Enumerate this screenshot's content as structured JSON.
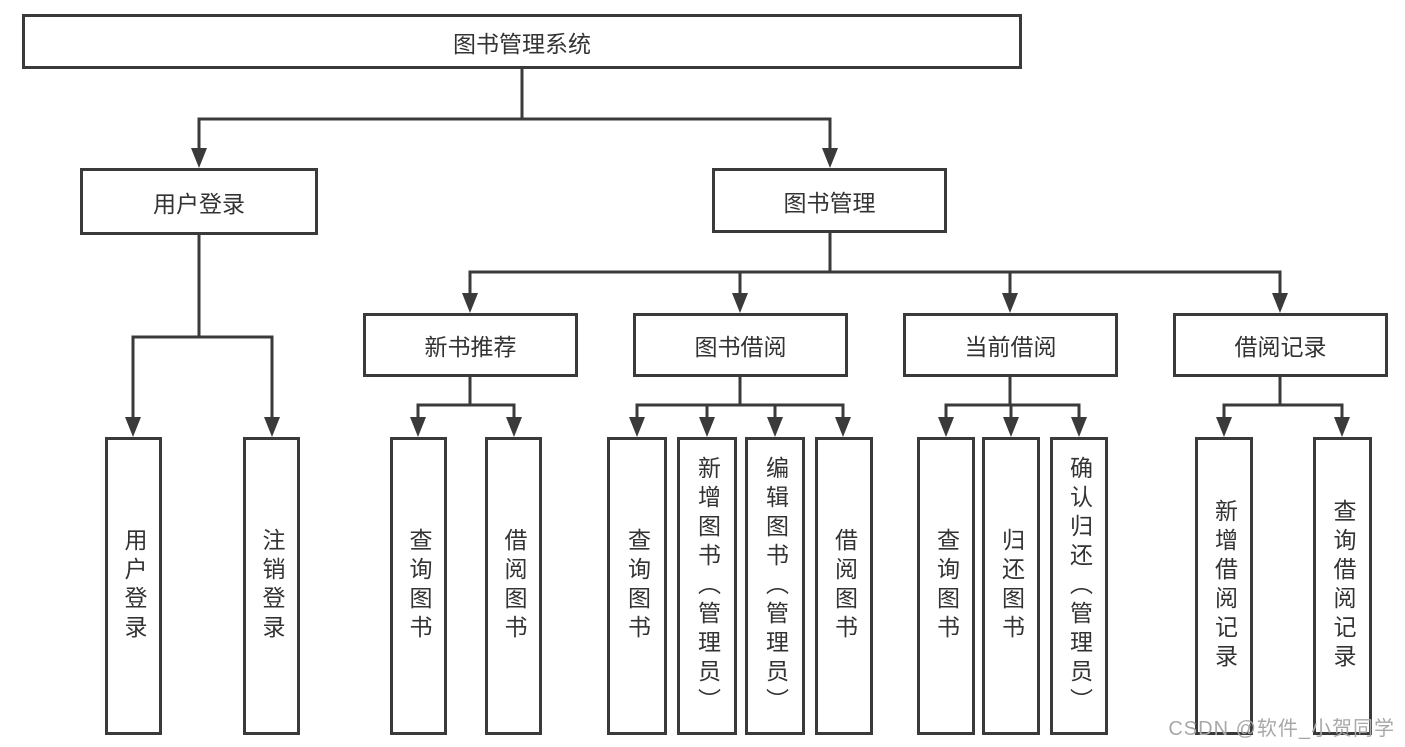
{
  "diagram": {
    "type": "hierarchy-diagram",
    "tree": {
      "label": "图书管理系统",
      "children": [
        {
          "label": "用户登录",
          "children": [
            {
              "label": "用户登录"
            },
            {
              "label": "注销登录"
            }
          ]
        },
        {
          "label": "图书管理",
          "children": [
            {
              "label": "新书推荐",
              "children": [
                {
                  "label": "查询图书"
                },
                {
                  "label": "借阅图书"
                }
              ]
            },
            {
              "label": "图书借阅",
              "children": [
                {
                  "label": "查询图书"
                },
                {
                  "label": "新增图书（管理员）"
                },
                {
                  "label": "编辑图书（管理员）"
                },
                {
                  "label": "借阅图书"
                }
              ]
            },
            {
              "label": "当前借阅",
              "children": [
                {
                  "label": "查询图书"
                },
                {
                  "label": "归还图书"
                },
                {
                  "label": "确认归还（管理员）"
                }
              ]
            },
            {
              "label": "借阅记录",
              "children": [
                {
                  "label": "新增借阅记录"
                },
                {
                  "label": "查询借阅记录"
                }
              ]
            }
          ]
        }
      ]
    },
    "watermark": "CSDN @软件_小贺同学"
  },
  "colors": {
    "line": "#3a3a3a",
    "text": "#333333",
    "watermark": "#a8a8a8",
    "background": "#ffffff"
  }
}
